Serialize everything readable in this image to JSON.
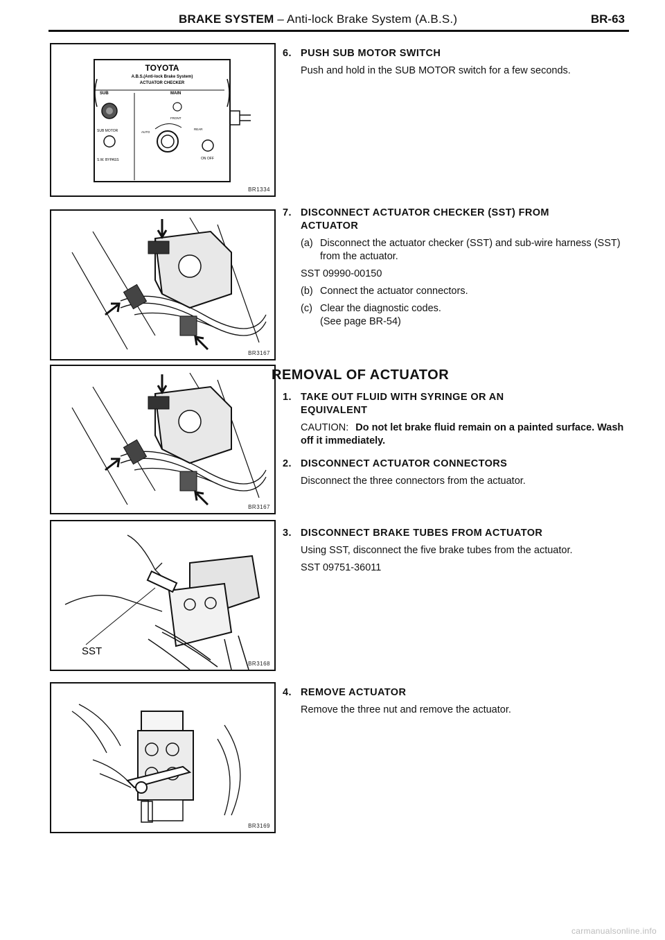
{
  "header": {
    "title_bold": "BRAKE SYSTEM",
    "title_rest": " – Anti-lock Brake System (A.B.S.)",
    "page_number": "BR-63"
  },
  "figures": [
    {
      "code": "BR1334",
      "panel": {
        "brand": "TOYOTA",
        "subtitle": "A.B.S.(Anti-lock Brake System)",
        "name": "ACTUATOR CHECKER",
        "sub_label": "SUB",
        "main_label": "MAIN",
        "front_label": "FRONT",
        "rear_label": "REAR",
        "auto_label": "AUTO",
        "sub_motor_label": "SUB MOTOR",
        "bypass_label": "S.W. BYPASS",
        "on_off_label": "ON OFF"
      }
    },
    {
      "code": "BR3167"
    },
    {
      "code": "BR3167"
    },
    {
      "code": "BR3168",
      "sst_label": "SST"
    },
    {
      "code": "BR3169"
    }
  ],
  "steps": [
    {
      "num": "6.",
      "title": "PUSH SUB MOTOR SWITCH",
      "text": "Push and hold in the SUB MOTOR switch for a few seconds."
    },
    {
      "num": "7.",
      "title_line1": "DISCONNECT ACTUATOR CHECKER (SST) FROM",
      "title_line2": "ACTUATOR",
      "a_label": "(a)",
      "a_text": "Disconnect the actuator checker (SST) and sub-wire harness (SST) from the actuator.",
      "sst": "SST 09990-00150",
      "b_label": "(b)",
      "b_text": "Connect the actuator connectors.",
      "c_label": "(c)",
      "c_text": "Clear the diagnostic codes.",
      "c_ref": "(See page BR-54)"
    }
  ],
  "section_title": "REMOVAL OF ACTUATOR",
  "removal_steps": [
    {
      "num": "1.",
      "title_line1": "TAKE OUT FLUID WITH SYRINGE OR AN",
      "title_line2": "EQUIVALENT",
      "caution_label": "CAUTION:",
      "caution_text": "Do not let brake fluid remain on a painted surface. Wash off it immediately."
    },
    {
      "num": "2.",
      "title": "DISCONNECT ACTUATOR CONNECTORS",
      "text": "Disconnect the three connectors from the actuator."
    },
    {
      "num": "3.",
      "title": "DISCONNECT BRAKE TUBES FROM ACTUATOR",
      "text": "Using SST, disconnect the five brake tubes from the actuator.",
      "sst": "SST 09751-36011"
    },
    {
      "num": "4.",
      "title": "REMOVE ACTUATOR",
      "text": "Remove the three nut and remove the actuator."
    }
  ],
  "footer": "carmanualsonline.info"
}
